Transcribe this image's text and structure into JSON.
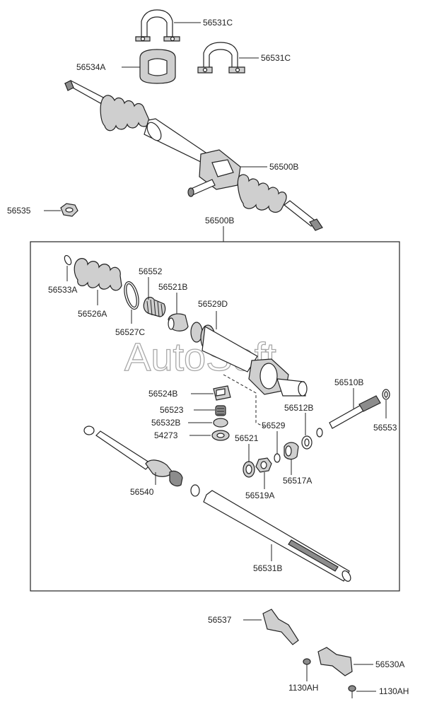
{
  "watermark": "AutoSoft",
  "labels": {
    "p56531C_top": "56531C",
    "p56534A": "56534A",
    "p56531C_mid": "56531C",
    "p56500B_asm": "56500B",
    "p56535": "56535",
    "p56500B_box": "56500B",
    "p56533A": "56533A",
    "p56552": "56552",
    "p56521B": "56521B",
    "p56526A": "56526A",
    "p56529D": "56529D",
    "p56527C": "56527C",
    "p56524B": "56524B",
    "p56523": "56523",
    "p56532B": "56532B",
    "p54273": "54273",
    "p56510B": "56510B",
    "p56512B": "56512B",
    "p56553": "56553",
    "p56529": "56529",
    "p56521": "56521",
    "p56517A": "56517A",
    "p56519A": "56519A",
    "p56540": "56540",
    "p56531B": "56531B",
    "p56537": "56537",
    "p56530A": "56530A",
    "p1130AH_left": "1130AH",
    "p1130AH_right": "1130AH"
  }
}
